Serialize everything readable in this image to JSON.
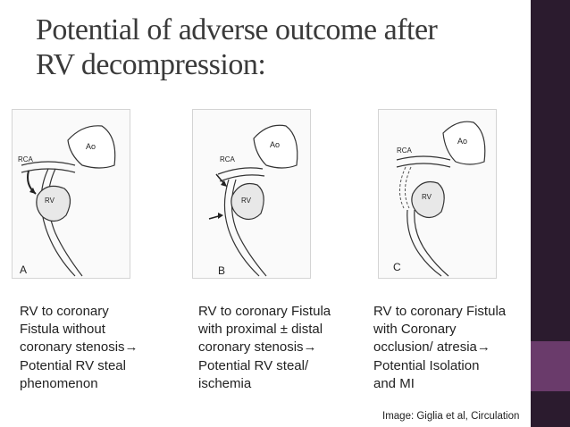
{
  "slide": {
    "title_lines": [
      "Potential of adverse outcome after",
      "RV decompression:"
    ]
  },
  "panels": [
    {
      "letter": "A",
      "labels": {
        "ao": "Ao",
        "rca": "RCA",
        "rv": "RV"
      },
      "caption": [
        "RV to coronary",
        "Fistula without",
        "coronary stenosis→",
        "Potential RV steal",
        "phenomenon"
      ]
    },
    {
      "letter": "B",
      "labels": {
        "ao": "Ao",
        "rca": "RCA",
        "rv": "RV"
      },
      "caption": [
        "RV to coronary Fistula",
        "with proximal ± distal",
        "coronary stenosis→",
        "Potential RV steal/",
        "ischemia"
      ]
    },
    {
      "letter": "C",
      "labels": {
        "ao": "Ao",
        "rca": "RCA",
        "rv": "RV"
      },
      "caption": [
        "RV to coronary Fistula",
        "with Coronary",
        "occlusion/ atresia→",
        "Potential Isolation",
        "and MI"
      ]
    }
  ],
  "credit": "Image: Giglia et al, Circulation",
  "colors": {
    "sidebar": "#2b1b2e",
    "sidebar_accent": "#6a3b6b",
    "title": "#3a3a3a"
  }
}
